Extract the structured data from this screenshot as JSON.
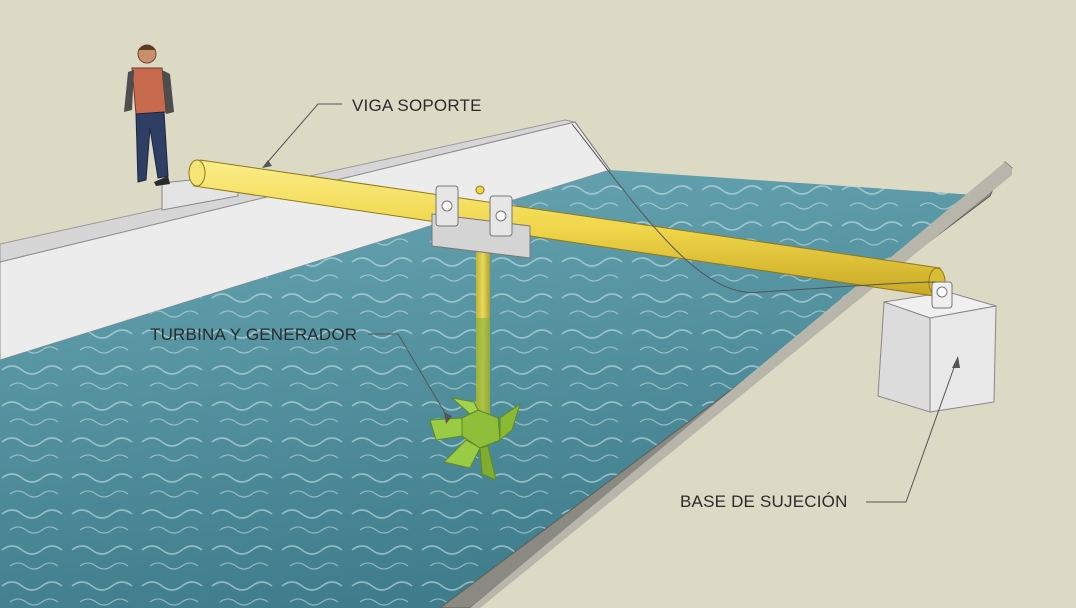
{
  "labels": {
    "support_beam": "VIGA SOPORTE",
    "turbine_generator": "TURBINA Y GENERADOR",
    "mounting_base": "BASE DE SUJECIÓN"
  },
  "colors": {
    "background": "#dcd9c4",
    "water": "#4f8a98",
    "beam": "#f2dd5a",
    "turbine": "#8fbf3a",
    "concrete": "#e8e8e8"
  }
}
